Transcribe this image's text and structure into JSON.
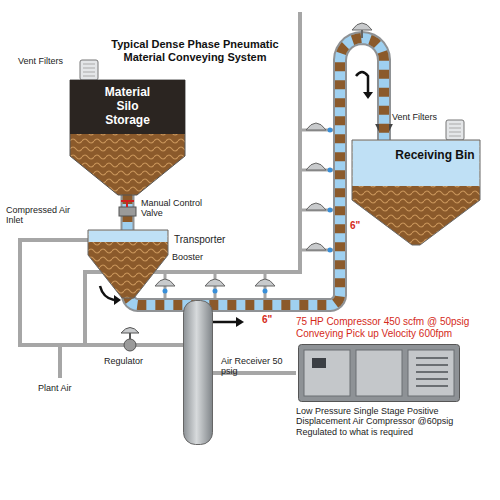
{
  "diagram": {
    "title": "Typical Dense Phase Pneumatic Material Conveying System",
    "nodes": [
      {
        "text": [
          "Material Silo Storage"
        ]
      },
      {
        "text": [
          "Transporter"
        ]
      },
      {
        "text": [
          "Receiving Bin"
        ]
      },
      {
        "text": [
          "Air Receiver 50 psig"
        ]
      },
      {
        "text": [
          "75 HP Compressor 450 scfm @ 50psig Conveying Pick up Velocity 600fpm",
          "Low Pressure Single Stage Positive Displacement Air Compressor @60psig Regulated to what is required"
        ]
      }
    ],
    "edges": [
      {
        "from": 0,
        "to": 1,
        "arrow": "none"
      },
      {
        "from": 1,
        "to": 2,
        "arrow": "to"
      },
      {
        "from": 4,
        "to": 3,
        "arrow": "none"
      },
      {
        "from": 3,
        "to": 1,
        "arrow": "none"
      }
    ],
    "labels": [
      "Vent Filters",
      "Vent Filters",
      "Compressed Air Inlet",
      "Manual Control Valve",
      "Booster",
      "Regulator",
      "Plant Air",
      "6\"",
      "6\""
    ]
  }
}
